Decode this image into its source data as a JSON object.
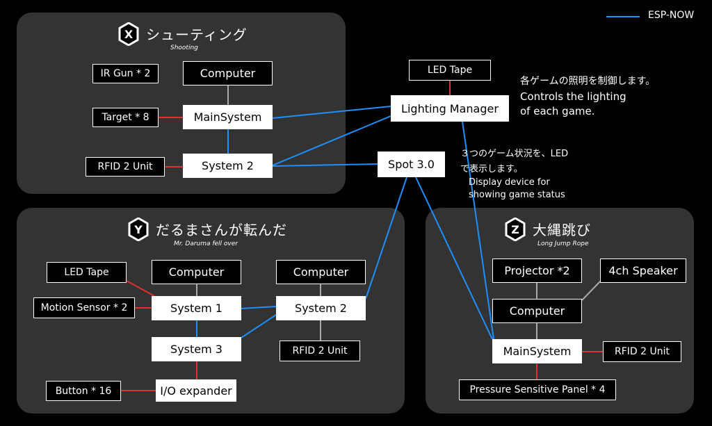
{
  "legend": {
    "label": "ESP-NOW",
    "line_color": "#1e90ff"
  },
  "colors": {
    "esp_now": "#1e90ff",
    "wired": "#e03030",
    "local": "#aaaaaa",
    "panel": "#333333"
  },
  "group_x": {
    "letter": "X",
    "title": "シューティング",
    "subtitle": "Shooting"
  },
  "group_y": {
    "letter": "Y",
    "title": "だるまさんが転んだ",
    "subtitle": "Mr. Daruma fell over"
  },
  "group_z": {
    "letter": "Z",
    "title": "大縄跳び",
    "subtitle": "Long Jump Rope"
  },
  "nodes": {
    "x_irgun": "IR Gun * 2",
    "x_computer": "Computer",
    "x_target": "Target * 8",
    "x_mainsystem": "MainSystem",
    "x_rfid": "RFID 2 Unit",
    "x_system2": "System 2",
    "led_tape_top": "LED Tape",
    "lighting_manager": "Lighting Manager",
    "spot": "Spot 3.0",
    "y_ledtape": "LED Tape",
    "y_computer1": "Computer",
    "y_computer2": "Computer",
    "y_motion": "Motion Sensor * 2",
    "y_system1": "System 1",
    "y_system2": "System 2",
    "y_system3": "System 3",
    "y_rfid": "RFID 2 Unit",
    "y_button": "Button * 16",
    "y_io": "I/O expander",
    "z_projector": "Projector *2",
    "z_speaker": "4ch Speaker",
    "z_computer": "Computer",
    "z_mainsystem": "MainSystem",
    "z_rfid": "RFID 2 Unit",
    "z_panel": "Pressure Sensitive Panel * 4"
  },
  "notes": {
    "lighting_jp": "各ゲームの照明を制御します。",
    "lighting_en1": "Controls the lighting",
    "lighting_en2": "of each game.",
    "spot_jp1": "３つのゲーム状況を、LED",
    "spot_jp2": "で表示します。",
    "spot_en1": "Display device for",
    "spot_en2": "showing game status"
  }
}
